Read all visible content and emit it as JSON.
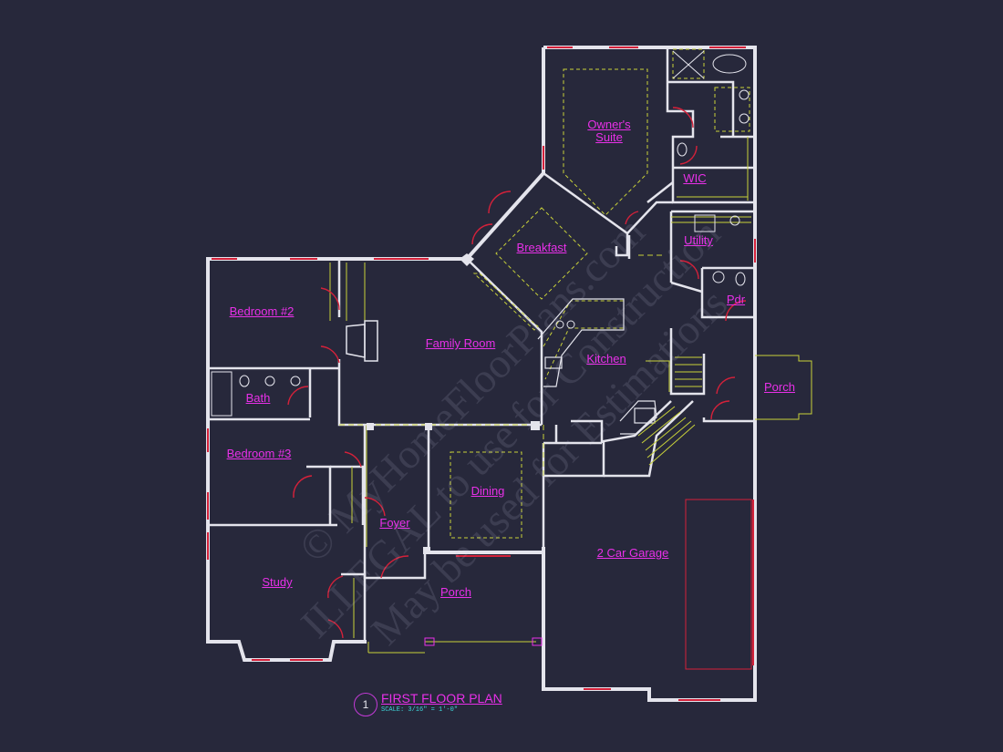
{
  "plan_title": "FIRST FLOOR PLAN",
  "plan_number": "1",
  "scale_text": "SCALE: 3/16\" = 1'-0\"",
  "rooms": {
    "owners_suite": "Owner's\nSuite",
    "wic": "WIC",
    "breakfast": "Breakfast",
    "utility": "Utility",
    "pdr": "Pdr",
    "bedroom2": "Bedroom #2",
    "family_room": "Family Room",
    "kitchen": "Kitchen",
    "porch_side": "Porch",
    "bath": "Bath",
    "bedroom3": "Bedroom #3",
    "dining": "Dining",
    "foyer": "Foyer",
    "garage": "2 Car Garage",
    "study": "Study",
    "porch_front": "Porch"
  },
  "watermark": {
    "line1": "© MyHomeFloorPlans.com",
    "line2": "ILLEGAL to use for Construction",
    "line3": "May be used for Estimations"
  },
  "colors": {
    "background": "#27283b",
    "walls": "#e4e4ec",
    "labels": "#e830e8",
    "doors": "#d4213a",
    "dashed": "#c9d23a"
  }
}
